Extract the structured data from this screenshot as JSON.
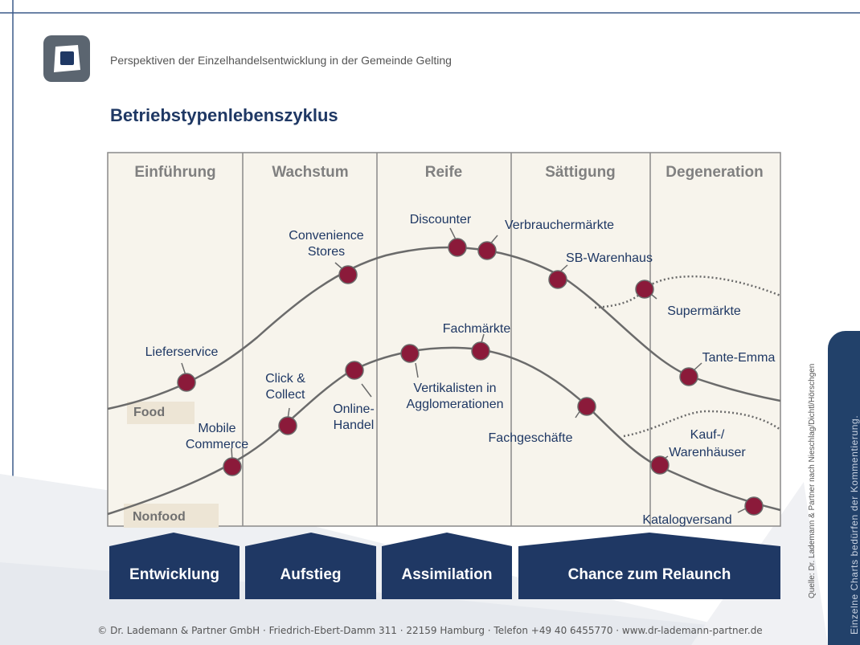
{
  "header": {
    "subtitle": "Perspektiven der Einzelhandelsentwicklung in der Gemeinde Gelting",
    "title": "Betriebstypenlebenszyklus"
  },
  "stages": [
    "Einführung",
    "Wachstum",
    "Reife",
    "Sättigung",
    "Degeneration"
  ],
  "curves": {
    "food_label": "Food",
    "nonfood_label": "Nonfood"
  },
  "food_points": [
    {
      "label": "Lieferservice"
    },
    {
      "label": "Convenience\nStores"
    },
    {
      "label": "Discounter"
    },
    {
      "label": "Verbrauchermärkte"
    },
    {
      "label": "SB-Warenhaus"
    },
    {
      "label": "Supermärkte"
    },
    {
      "label": "Tante-Emma"
    }
  ],
  "nonfood_points": [
    {
      "label": "Mobile\nCommerce"
    },
    {
      "label": "Click &\nCollect"
    },
    {
      "label": "Online-\nHandel"
    },
    {
      "label": "Vertikalisten in\nAgglomerationen"
    },
    {
      "label": "Fachmärkte"
    },
    {
      "label": "Fachgeschäfte"
    },
    {
      "label": "Kauf-/\nWarenhäuser"
    },
    {
      "label": "Katalogversand"
    }
  ],
  "phases": [
    "Entwicklung",
    "Aufstieg",
    "Assimilation",
    "Chance zum Relaunch"
  ],
  "footer": "© Dr. Lademann & Partner GmbH · Friedrich-Ebert-Damm 311 · 22159 Hamburg · Telefon +49 40 6455770 · www.dr-lademann-partner.de",
  "source": "Quelle:  Dr. Lademann & Partner nach Nieschlag/Dichtl/Hörschgen",
  "sidebar": "Einzelne Charts bedürfen der Kommentierung.",
  "colors": {
    "navy": "#1f3864",
    "dot": "#8b1a3a",
    "curve": "#6b6b6b",
    "chart_bg": "#f7f4ec"
  },
  "icons": [
    "logo-icon"
  ]
}
